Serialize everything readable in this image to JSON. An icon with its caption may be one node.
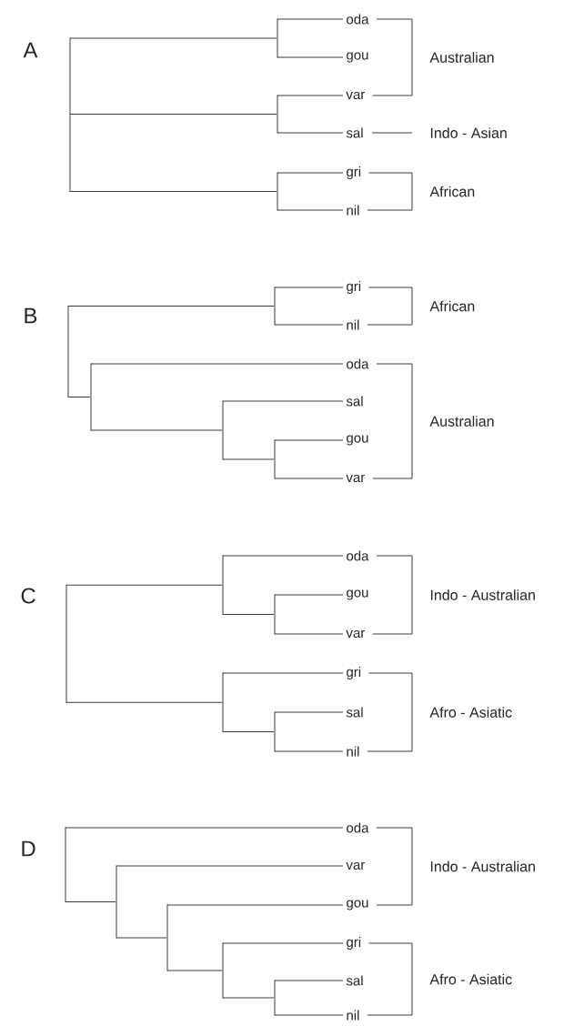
{
  "diagram": {
    "nodes": [
      {
        "text": [],
        "shape": "bar"
      },
      {
        "text": [],
        "shape": "bar"
      },
      {
        "text": [
          "oda"
        ]
      },
      {
        "text": [
          "gou"
        ]
      },
      {
        "text": [],
        "shape": "bar"
      },
      {
        "text": [
          "var"
        ]
      },
      {
        "text": [
          "sal"
        ]
      },
      {
        "text": [],
        "shape": "bar"
      },
      {
        "text": [
          "gri"
        ]
      },
      {
        "text": [
          "nil"
        ]
      },
      {
        "text": [],
        "shape": "bar"
      },
      {
        "text": [],
        "shape": "bar"
      },
      {
        "text": [
          "gri"
        ]
      },
      {
        "text": [
          "nil"
        ]
      },
      {
        "text": [],
        "shape": "bar"
      },
      {
        "text": [
          "oda"
        ]
      },
      {
        "text": [],
        "shape": "bar"
      },
      {
        "text": [
          "sal"
        ]
      },
      {
        "text": [],
        "shape": "bar"
      },
      {
        "text": [
          "gou"
        ]
      },
      {
        "text": [
          "var"
        ]
      },
      {
        "text": [],
        "shape": "bar"
      },
      {
        "text": [],
        "shape": "bar"
      },
      {
        "text": [
          "oda"
        ]
      },
      {
        "text": [],
        "shape": "bar"
      },
      {
        "text": [
          "gou"
        ]
      },
      {
        "text": [
          "var"
        ]
      },
      {
        "text": [],
        "shape": "bar"
      },
      {
        "text": [
          "gri"
        ]
      },
      {
        "text": [],
        "shape": "bar"
      },
      {
        "text": [
          "sal"
        ]
      },
      {
        "text": [
          "nil"
        ]
      },
      {
        "text": [],
        "shape": "bar"
      },
      {
        "text": [
          "oda"
        ]
      },
      {
        "text": [],
        "shape": "bar"
      },
      {
        "text": [
          "var"
        ]
      },
      {
        "text": [],
        "shape": "bar"
      },
      {
        "text": [
          "gou"
        ]
      },
      {
        "text": [],
        "shape": "bar"
      },
      {
        "text": [
          "gri"
        ]
      },
      {
        "text": [],
        "shape": "bar"
      },
      {
        "text": [
          "sal"
        ]
      },
      {
        "text": [
          "nil"
        ]
      }
    ],
    "edges": [
      {
        "from": 0,
        "to": 1,
        "arrow": "none"
      },
      {
        "from": 1,
        "to": 2,
        "arrow": "none"
      },
      {
        "from": 1,
        "to": 3,
        "arrow": "none"
      },
      {
        "from": 0,
        "to": 4,
        "arrow": "none"
      },
      {
        "from": 4,
        "to": 5,
        "arrow": "none"
      },
      {
        "from": 4,
        "to": 6,
        "arrow": "none"
      },
      {
        "from": 0,
        "to": 7,
        "arrow": "none"
      },
      {
        "from": 7,
        "to": 8,
        "arrow": "none"
      },
      {
        "from": 7,
        "to": 9,
        "arrow": "none"
      },
      {
        "from": 10,
        "to": 11,
        "arrow": "none"
      },
      {
        "from": 11,
        "to": 12,
        "arrow": "none"
      },
      {
        "from": 11,
        "to": 13,
        "arrow": "none"
      },
      {
        "from": 10,
        "to": 14,
        "arrow": "none"
      },
      {
        "from": 14,
        "to": 15,
        "arrow": "none"
      },
      {
        "from": 14,
        "to": 16,
        "arrow": "none"
      },
      {
        "from": 16,
        "to": 17,
        "arrow": "none"
      },
      {
        "from": 16,
        "to": 18,
        "arrow": "none"
      },
      {
        "from": 18,
        "to": 19,
        "arrow": "none"
      },
      {
        "from": 18,
        "to": 20,
        "arrow": "none"
      },
      {
        "from": 21,
        "to": 22,
        "arrow": "none"
      },
      {
        "from": 22,
        "to": 23,
        "arrow": "none"
      },
      {
        "from": 22,
        "to": 24,
        "arrow": "none"
      },
      {
        "from": 24,
        "to": 25,
        "arrow": "none"
      },
      {
        "from": 24,
        "to": 26,
        "arrow": "none"
      },
      {
        "from": 21,
        "to": 27,
        "arrow": "none"
      },
      {
        "from": 27,
        "to": 28,
        "arrow": "none"
      },
      {
        "from": 27,
        "to": 29,
        "arrow": "none"
      },
      {
        "from": 29,
        "to": 30,
        "arrow": "none"
      },
      {
        "from": 29,
        "to": 31,
        "arrow": "none"
      },
      {
        "from": 32,
        "to": 33,
        "arrow": "none"
      },
      {
        "from": 32,
        "to": 34,
        "arrow": "none"
      },
      {
        "from": 34,
        "to": 35,
        "arrow": "none"
      },
      {
        "from": 34,
        "to": 36,
        "arrow": "none"
      },
      {
        "from": 36,
        "to": 37,
        "arrow": "none"
      },
      {
        "from": 36,
        "to": 38,
        "arrow": "none"
      },
      {
        "from": 38,
        "to": 39,
        "arrow": "none"
      },
      {
        "from": 38,
        "to": 40,
        "arrow": "none"
      },
      {
        "from": 40,
        "to": 41,
        "arrow": "none"
      },
      {
        "from": 40,
        "to": 42,
        "arrow": "none"
      }
    ],
    "labels": [
      "A",
      "Australian",
      "Indo - Asian",
      "African",
      "B",
      "African",
      "Australian",
      "C",
      "Indo - Australian",
      "Afro - Asiatic",
      "D",
      "Indo - Australian",
      "Afro - Asiatic"
    ]
  }
}
